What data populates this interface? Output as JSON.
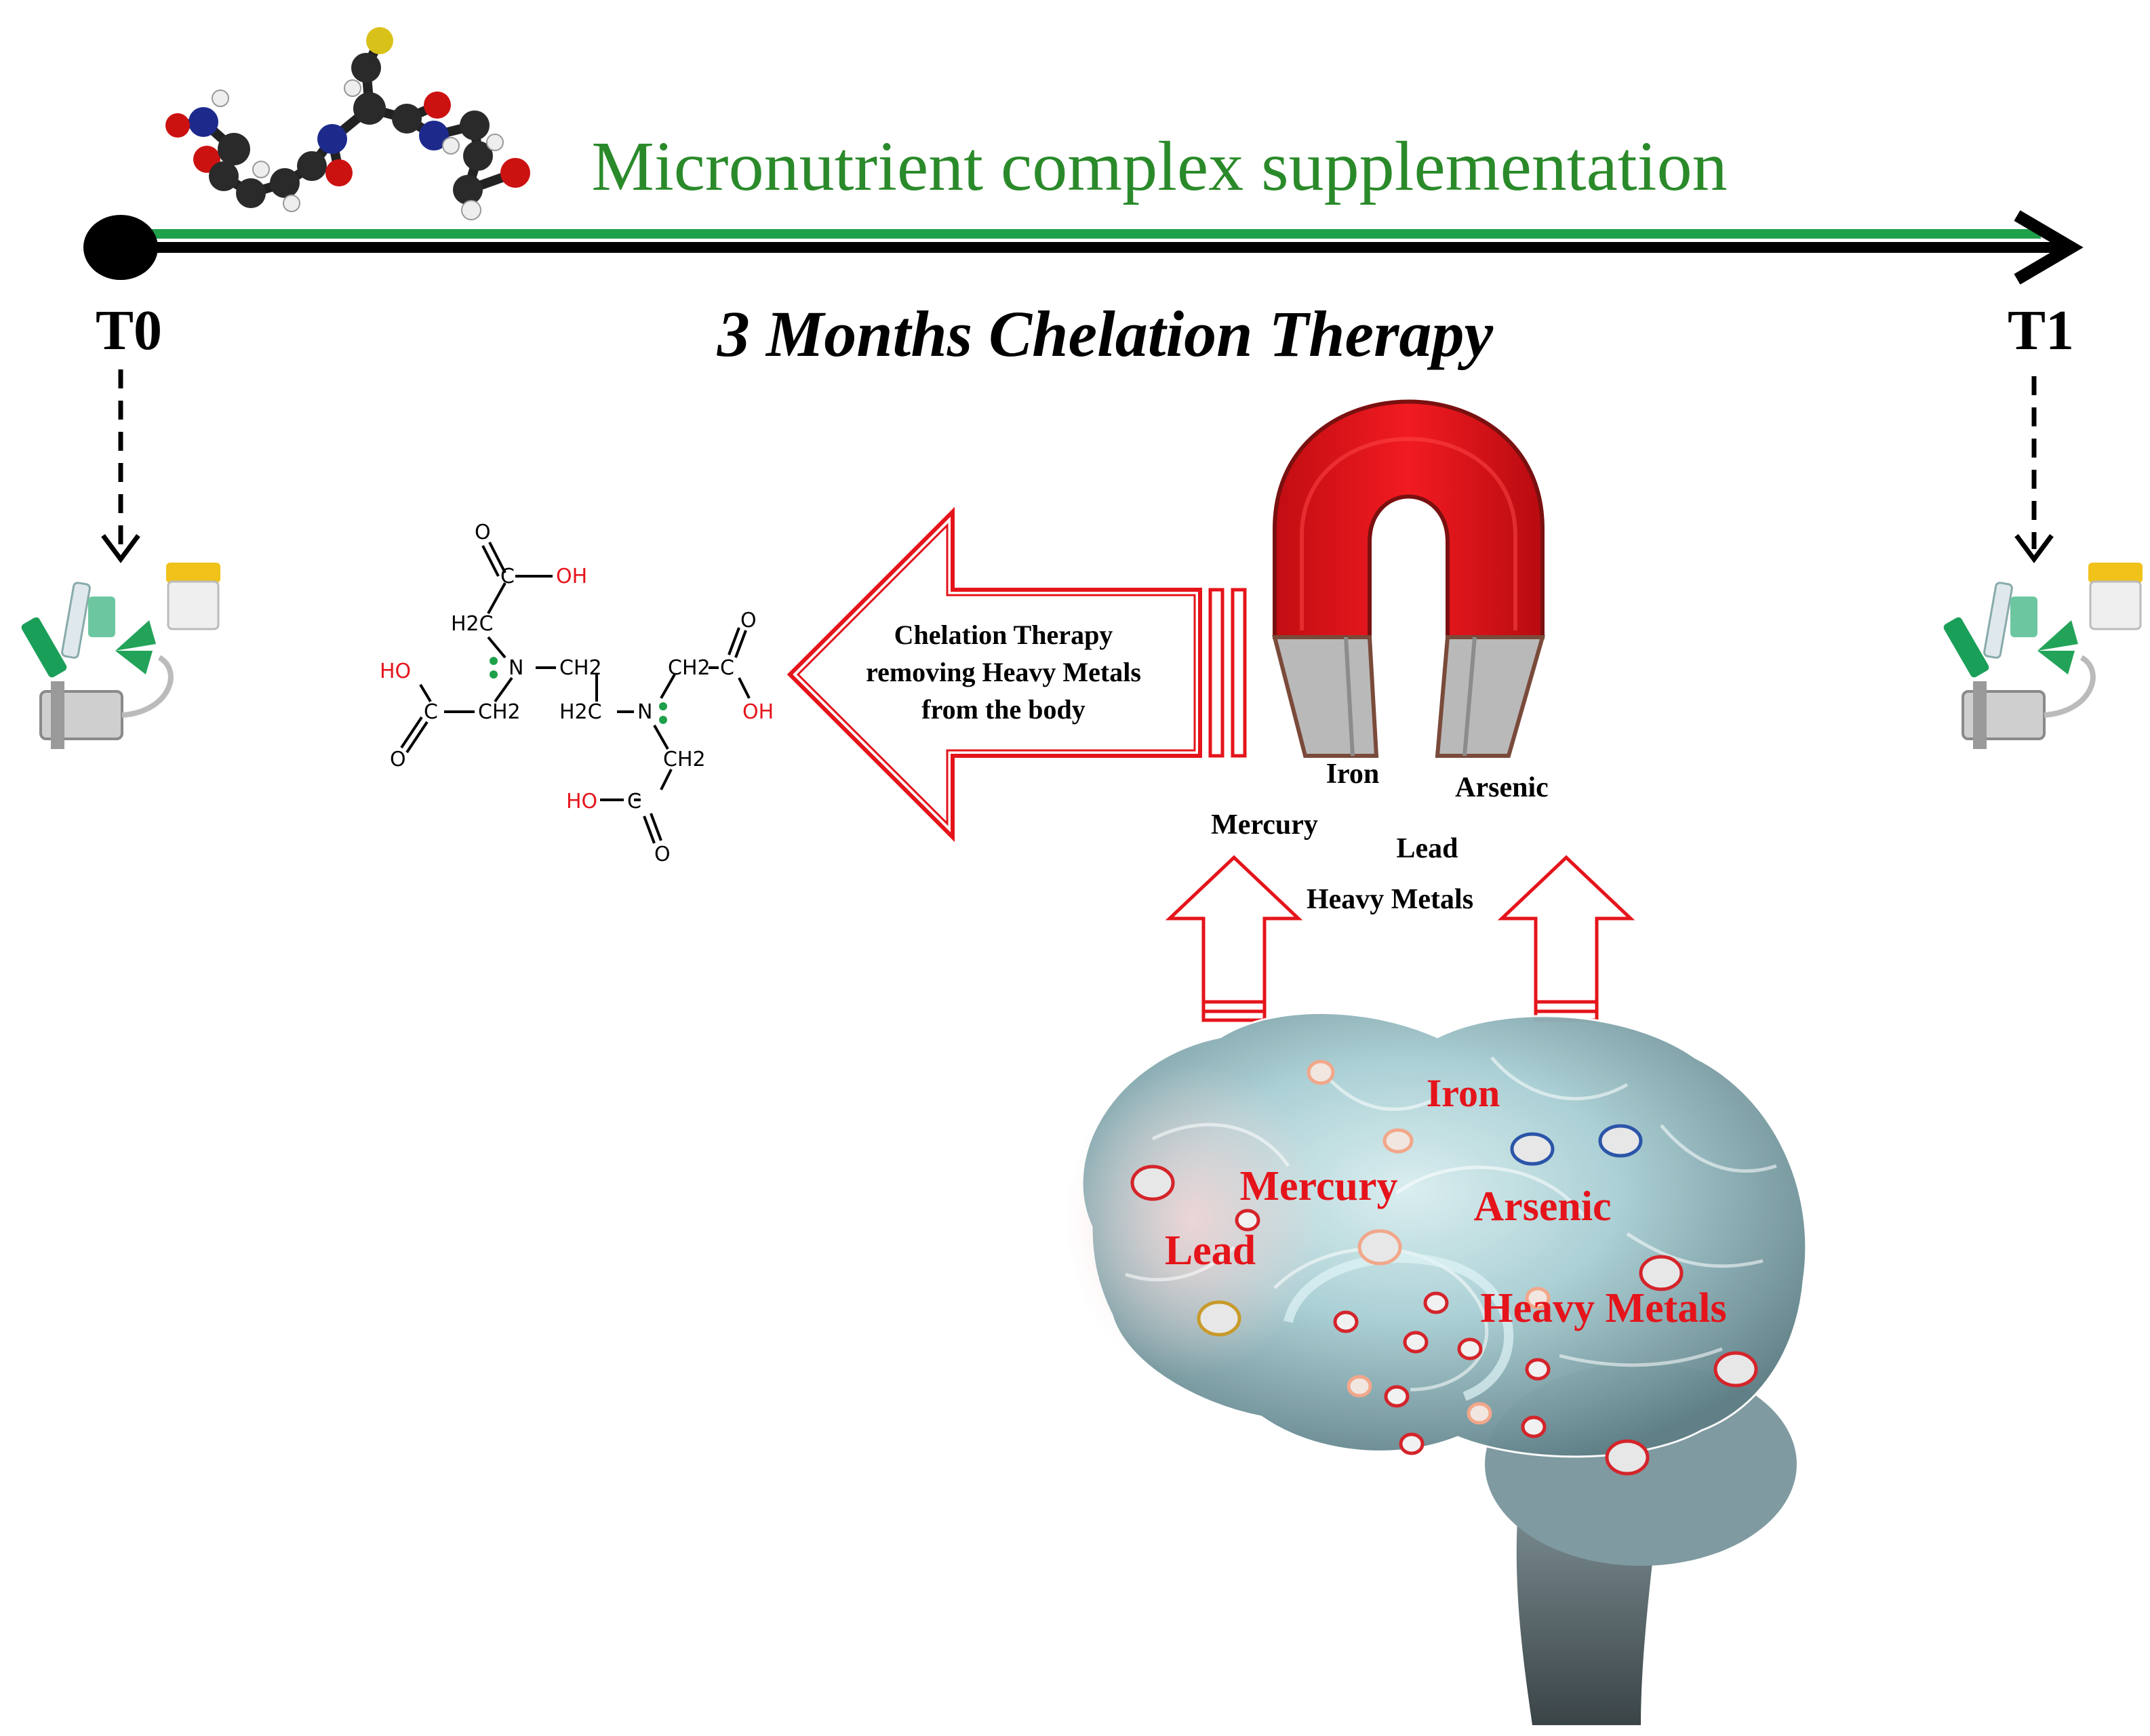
{
  "timeline": {
    "supplement_label": "Micronutrient complex supplementation",
    "therapy_label": "3 Months Chelation Therapy",
    "start_label": "T0",
    "end_label": "T1"
  },
  "arrow_text": {
    "line1": "Chelation Therapy",
    "line2": "removing Heavy Metals",
    "line3": "from the body"
  },
  "magnet_labels": {
    "iron": "Iron",
    "arsenic": "Arsenic",
    "mercury": "Mercury",
    "lead": "Lead",
    "heavy_metals": "Heavy Metals"
  },
  "brain_labels": {
    "iron": "Iron",
    "mercury": "Mercury",
    "arsenic": "Arsenic",
    "lead": "Lead",
    "heavy_metals": "Heavy Metals"
  },
  "edta": {
    "oh_top": "OH",
    "ch2_top": "H2C",
    "n_left": "N",
    "ch2_a": "CH2",
    "ho_left": "HO",
    "c_left": "C",
    "ch2_b": "CH2",
    "h2c_mid": "H2C",
    "n_right": "N",
    "ch2_c": "CH2",
    "c_right": "C",
    "oh_right": "OH",
    "ch2_d": "CH2",
    "ho_bottom": "HO",
    "c_bottom": "C",
    "o_generic": "O",
    "c_generic": "C"
  },
  "colors": {
    "green_line": "#1fa04a",
    "green_text": "#2a8a2a",
    "red": "#e5141b",
    "magnet_red": "#e8141b",
    "magnet_grey": "#b9b9b9",
    "black": "#000000"
  }
}
